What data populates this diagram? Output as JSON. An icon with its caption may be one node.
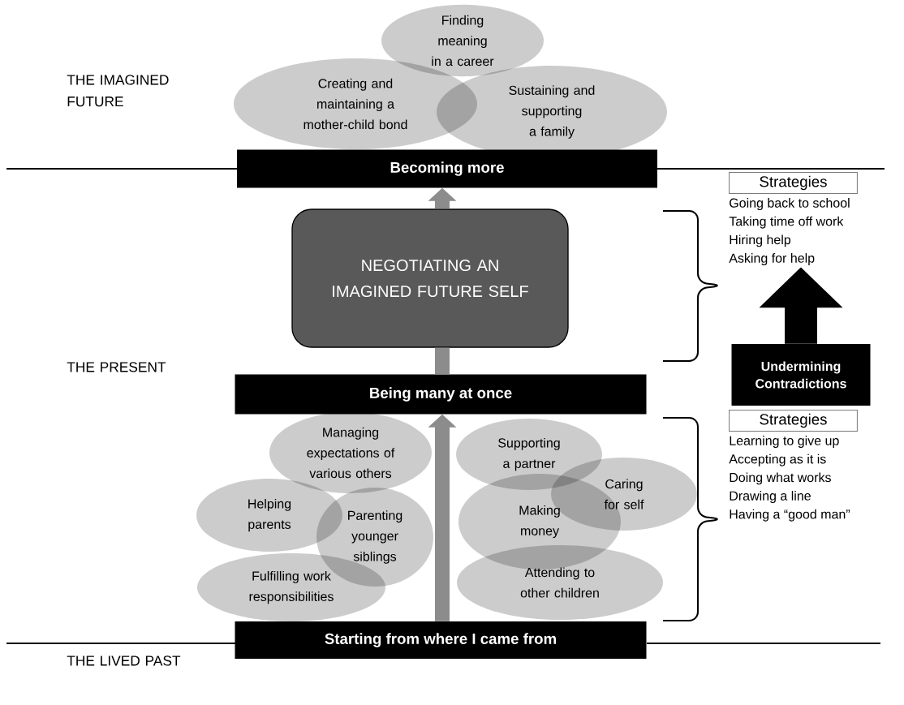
{
  "diagram": {
    "nodes": [
      {
        "text": [
          "Finding meaning in a career"
        ]
      },
      {
        "text": [
          "Creating and maintaining a mother-child bond"
        ]
      },
      {
        "text": [
          "Sustaining and supporting a family"
        ]
      },
      {
        "text": [
          "Becoming more"
        ]
      },
      {
        "text": [
          "NEGOTIATING AN IMAGINED FUTURE SELF"
        ]
      },
      {
        "text": [
          "Strategies",
          "Going back to school",
          "Taking time off work",
          "Hiring help",
          "Asking for help"
        ]
      },
      {
        "text": [
          "Undermining Contradictions"
        ]
      },
      {
        "text": [
          "Being many at once"
        ]
      },
      {
        "text": [
          "Managing expectations of various others"
        ]
      },
      {
        "text": [
          "Supporting a partner"
        ]
      },
      {
        "text": [
          "Helping parents"
        ]
      },
      {
        "text": [
          "Parenting younger siblings"
        ]
      },
      {
        "text": [
          "Making money"
        ]
      },
      {
        "text": [
          "Caring for self"
        ]
      },
      {
        "text": [
          "Fulfilling work responsibilities"
        ]
      },
      {
        "text": [
          "Attending to other children"
        ]
      },
      {
        "text": [
          "Strategies",
          "Learning to give up",
          "Accepting as it is",
          "Doing what works",
          "Drawing a line",
          "Having a “good man”"
        ]
      },
      {
        "text": [
          "Starting from where I came from"
        ]
      }
    ],
    "edges": [
      {
        "from": 17,
        "to": 7,
        "arrow": "to"
      },
      {
        "from": 7,
        "to": 4,
        "arrow": "none"
      },
      {
        "from": 4,
        "to": 3,
        "arrow": "to"
      },
      {
        "from": 6,
        "to": 5,
        "arrow": "to",
        "style": "thick",
        "color": "#000000"
      }
    ],
    "labels": [
      "THE IMAGINED FUTURE",
      "THE PRESENT",
      "THE LIVED PAST"
    ]
  }
}
